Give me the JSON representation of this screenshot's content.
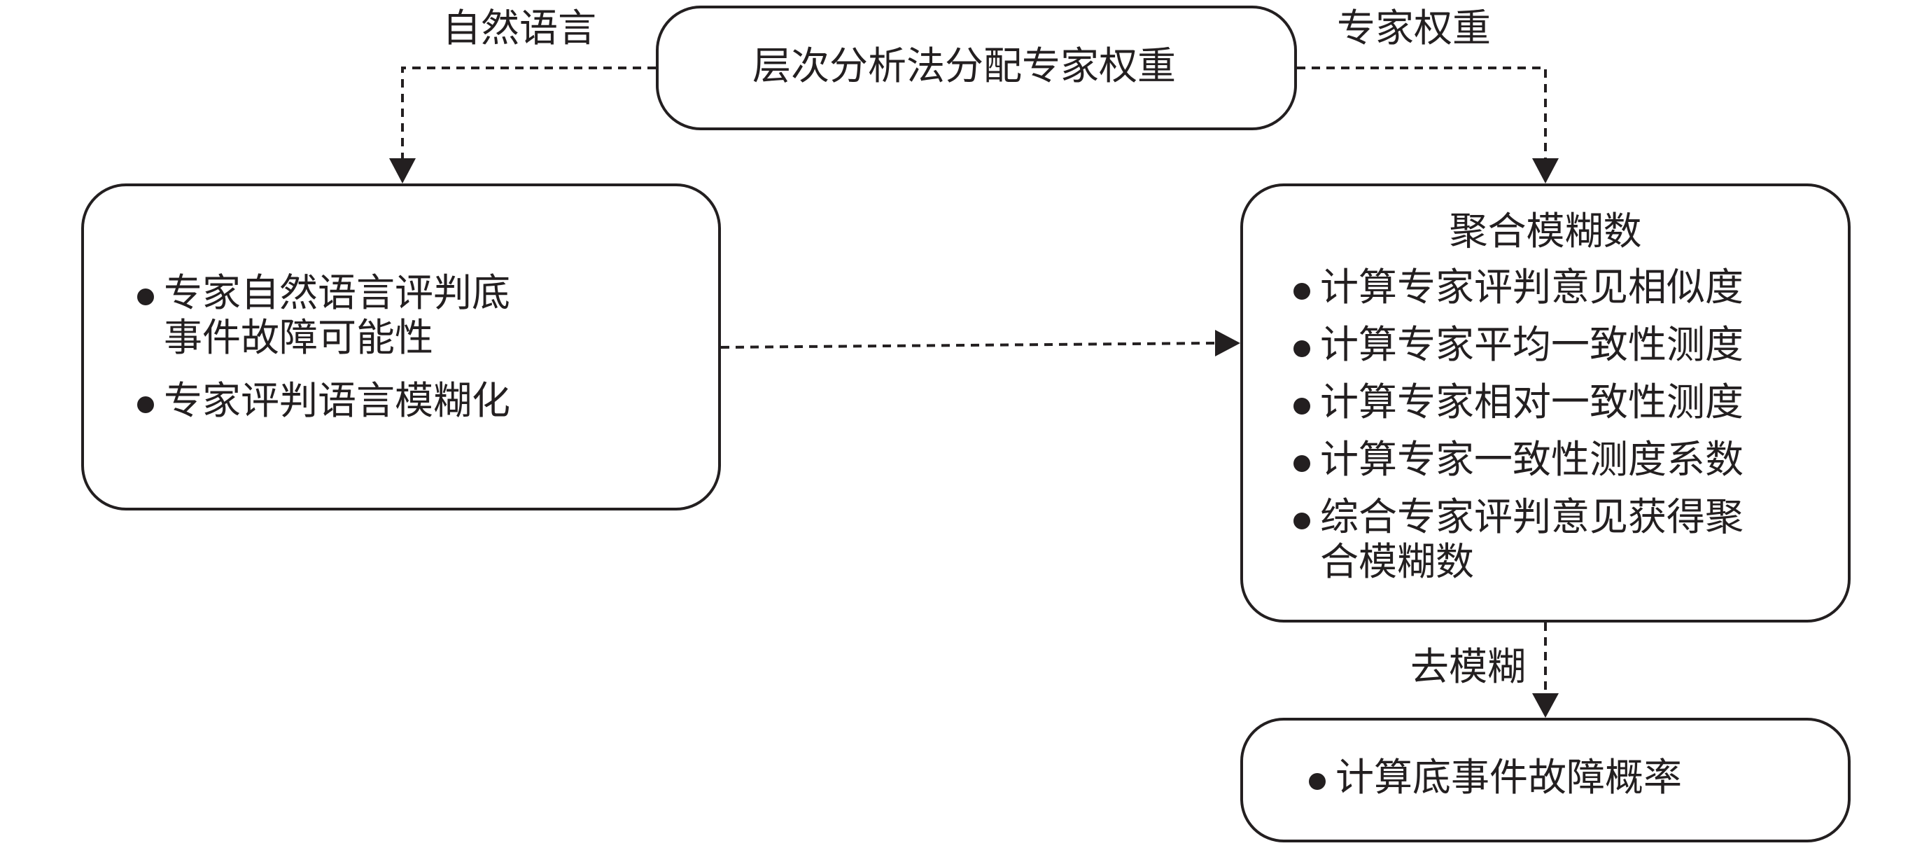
{
  "top_box": {
    "text": "层次分析法分配专家权重"
  },
  "edge_labels": {
    "natural_language": "自然语言",
    "expert_weight": "专家权重",
    "defuzzify": "去模糊"
  },
  "left_box": {
    "items": [
      {
        "line1": "专家自然语言评判底",
        "line2": "事件故障可能性"
      },
      {
        "line1": "专家评判语言模糊化"
      }
    ]
  },
  "right_box": {
    "title": "聚合模糊数",
    "items": [
      {
        "line1": "计算专家评判意见相似度"
      },
      {
        "line1": "计算专家平均一致性测度"
      },
      {
        "line1": "计算专家相对一致性测度"
      },
      {
        "line1": "计算专家一致性测度系数"
      },
      {
        "line1": "综合专家评判意见获得聚",
        "line2": "合模糊数"
      }
    ]
  },
  "bottom_box": {
    "items": [
      {
        "line1": "计算底事件故障概率"
      }
    ]
  }
}
